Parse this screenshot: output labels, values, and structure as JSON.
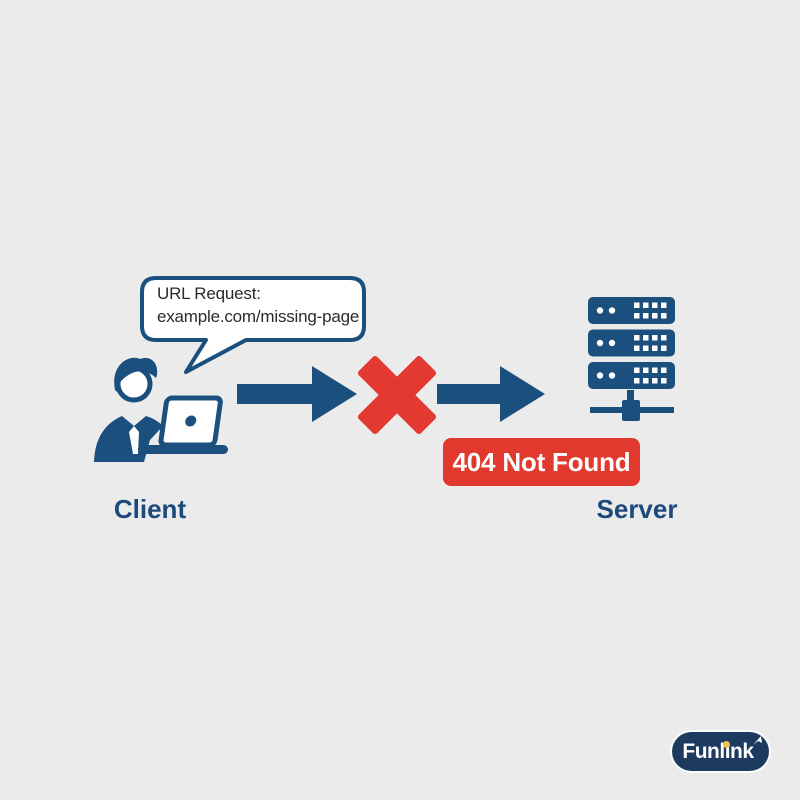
{
  "canvas": {
    "background": "#ebebeb"
  },
  "colors": {
    "icon_blue": "#1b4f7e",
    "label_blue": "#1c4a7d",
    "x_red": "#e43931",
    "badge_red": "#e2392e",
    "bubble_border_blue": "#1b4f7e",
    "bubble_text": "#2b2b2b",
    "logo_navy": "#1d3a5f",
    "logo_dot_yellow": "#f2c14e"
  },
  "speech_bubble": {
    "line1": "URL Request:",
    "line2": "example.com/missing-page"
  },
  "labels": {
    "client": "Client",
    "server": "Server"
  },
  "badge": {
    "text": "404 Not Found"
  },
  "icons": {
    "client": "person-at-laptop-icon",
    "request_arrow": "right-arrow-icon",
    "blocked": "x-mark-icon",
    "response_arrow": "right-arrow-icon",
    "server": "server-stack-icon",
    "logo_spark": "arrow-up-right-icon"
  },
  "footer": {
    "brand": "Funlink"
  }
}
